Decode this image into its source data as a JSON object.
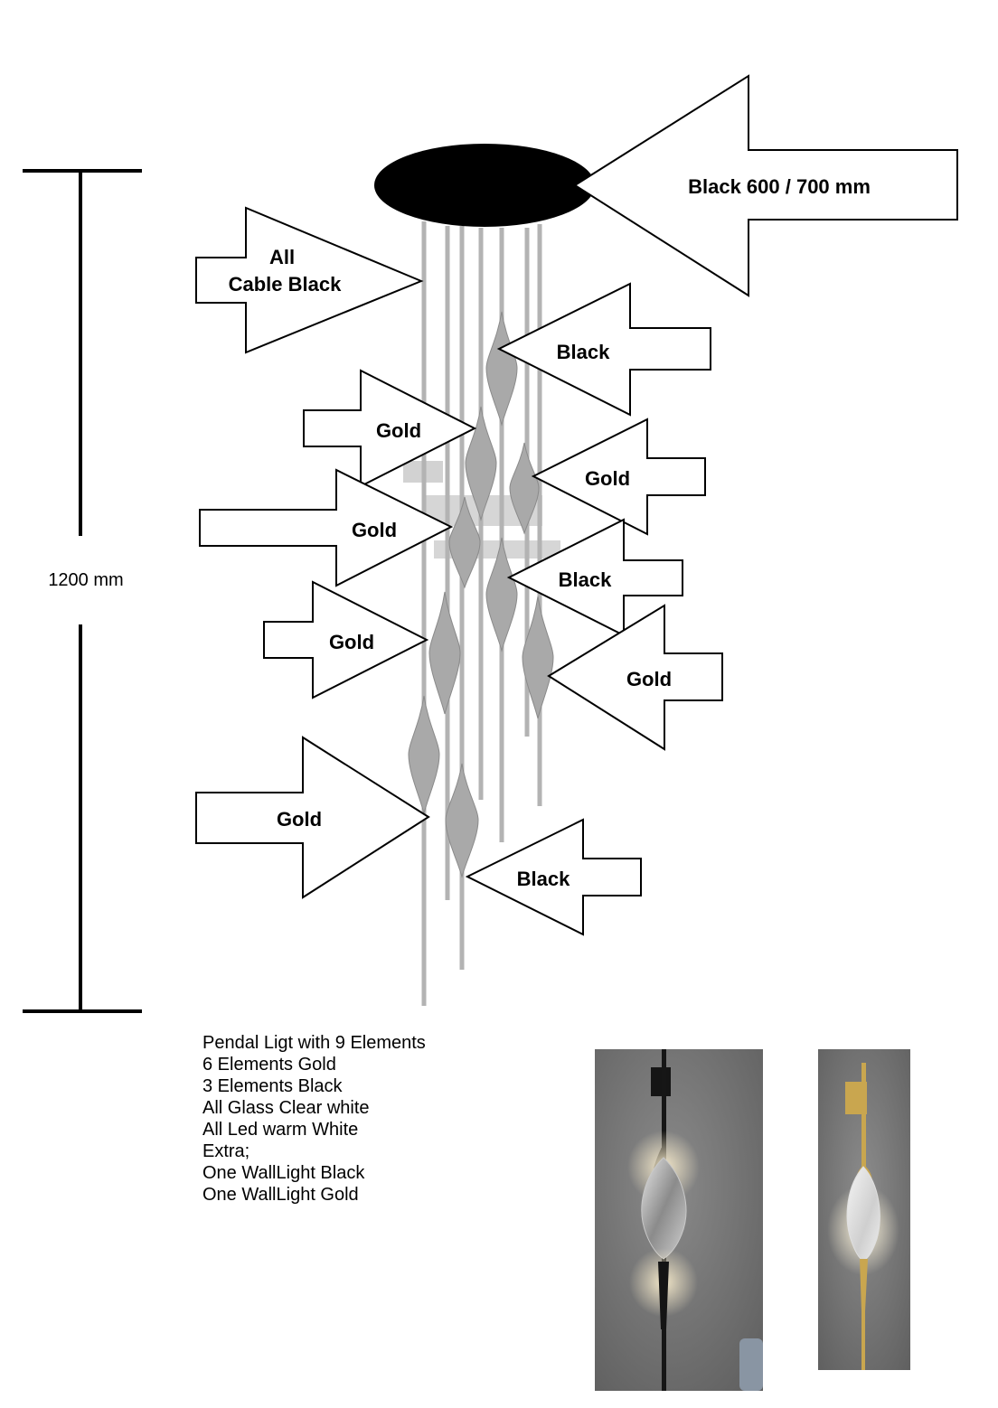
{
  "dimension": {
    "height_label": "1200 mm"
  },
  "arrows": [
    {
      "id": "canopy",
      "label": "Black 600 / 700 mm"
    },
    {
      "id": "cable",
      "label_lines": [
        "All",
        "Cable Black"
      ]
    },
    {
      "id": "e1",
      "label": "Black"
    },
    {
      "id": "e2",
      "label": "Gold"
    },
    {
      "id": "e3",
      "label": "Gold"
    },
    {
      "id": "e4",
      "label": "Gold"
    },
    {
      "id": "e5",
      "label": "Black"
    },
    {
      "id": "e6",
      "label": "Gold"
    },
    {
      "id": "e7",
      "label": "Gold"
    },
    {
      "id": "e8",
      "label": "Gold"
    },
    {
      "id": "e9",
      "label": "Black"
    }
  ],
  "spec_lines": [
    "Pendal Ligt with 9 Elements",
    "6 Elements Gold",
    "3 Elements Black",
    "All Glass Clear white",
    "All Led warm White",
    "Extra;",
    "One WallLight Black",
    "One WallLight Gold"
  ],
  "colors": {
    "canopy": "#000000",
    "rod": "#b3b3b3",
    "glass": "#a9a9a9",
    "wall_photo_bg": "#6f6f6f",
    "brass": "#c9a64f",
    "black_fixture": "#1c1c1c"
  },
  "photos": [
    {
      "id": "wall-light-black",
      "icon": "wall-light-black-photo"
    },
    {
      "id": "wall-light-gold",
      "icon": "wall-light-gold-photo"
    }
  ]
}
